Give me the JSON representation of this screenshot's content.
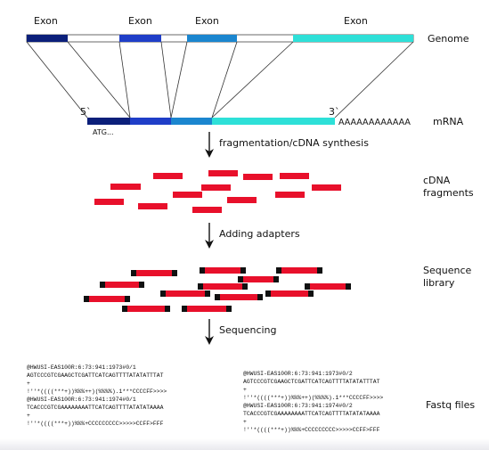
{
  "exon_label": "Exon",
  "genome_label": "Genome",
  "mrna_label": "mRNA",
  "five_prime": "5`",
  "three_prime": "3`",
  "start_codon": "ATG...",
  "polya_tail": "AAAAAAAAAAAA",
  "steps": {
    "fragmentation": "fragmentation/cDNA synthesis",
    "adapters": "Adding adapters",
    "sequencing": "Sequencing"
  },
  "stages": {
    "cdna_line1": "cDNA",
    "cdna_line2": "fragments",
    "library_line1": "Sequence",
    "library_line2": "library",
    "fastq": "Fastq files"
  },
  "colors": {
    "exon1": "#0b1f7a",
    "exon2": "#1f3ec8",
    "exon3": "#1b86cf",
    "exon4": "#2ee0d8",
    "fragment": "#e8102b",
    "adapter": "#111111"
  },
  "fastq": {
    "file1": [
      "@HWUSI-EAS100R:6:73:941:1973#0/1",
      "AGTCCCGTCGAAGCTCGATTCATCAGTTTTATATATTTAT",
      "+",
      "!''*((((***+))%%%++)(%%%%).1***CCCCFF>>>>",
      "@HWUSI-EAS100R:6:73:941:1974#0/1",
      "TCACCCGTCGAAAAAAAATTCATCAGTTTTATATATAAAA",
      "+",
      "!''*((((***+))%%%+CCCCCCCCC>>>>>CCFF>FFF"
    ],
    "file2": [
      "@HWUSI-EAS100R:6:73:941:1973#0/2",
      "AGTCCCGTCGAAGCTCGATTCATCAGTTTTATATATTTAT",
      "+",
      "!''*((((***+))%%%++)(%%%%).1***CCCCFF>>>>",
      "@HWUSI-EAS100R:6:73:941:1974#0/2",
      "TCACCCGTCGAAAAAAAATTCATCAGTTTTATATATAAAA",
      "+",
      "!''*((((***+))%%%+CCCCCCCCC>>>>>CCFF>FFF"
    ]
  }
}
